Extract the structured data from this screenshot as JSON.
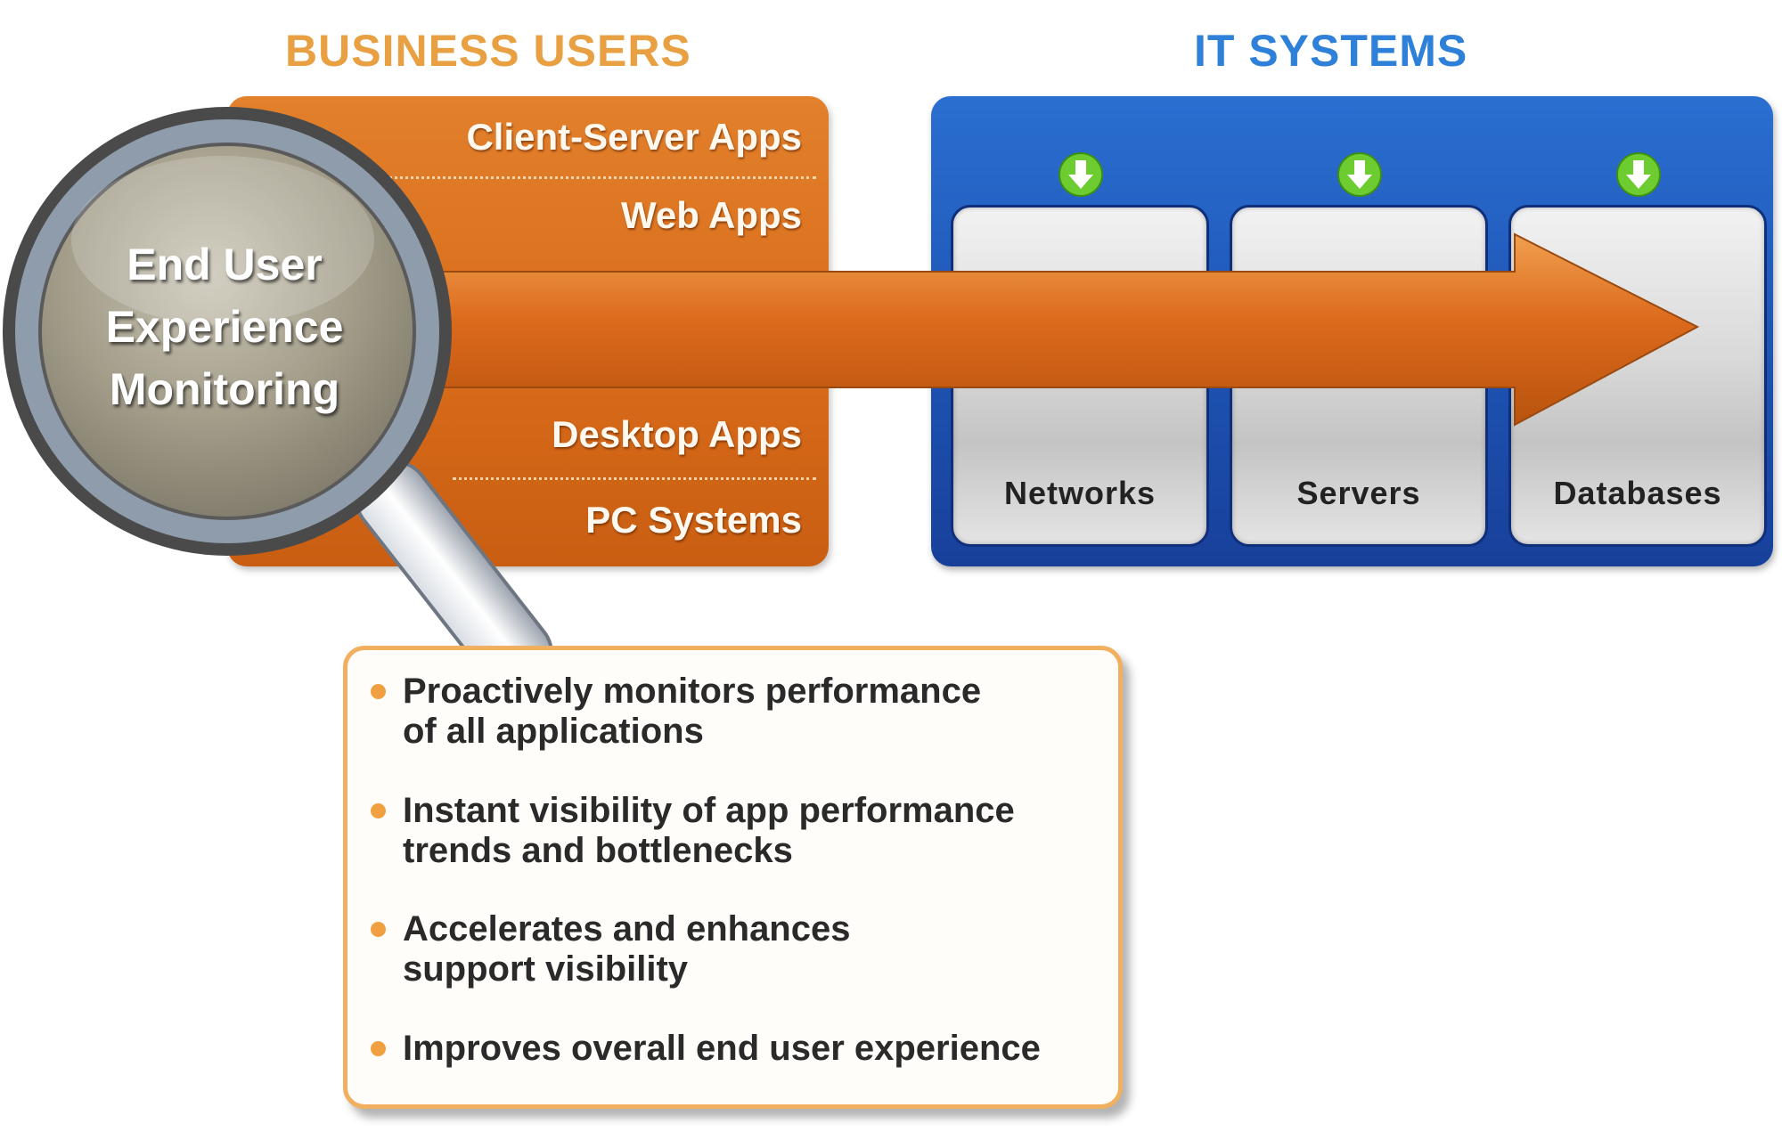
{
  "headings": {
    "business_users": "BUSINESS USERS",
    "it_systems": "IT SYSTEMS"
  },
  "business_apps": {
    "client_server": "Client-Server Apps",
    "web": "Web Apps",
    "desktop": "Desktop Apps",
    "pc_systems": "PC Systems"
  },
  "it_components": [
    "Networks",
    "Servers",
    "Databases"
  ],
  "magnifier": {
    "line1": "End User",
    "line2": "Experience",
    "line3": "Monitoring"
  },
  "benefits": [
    {
      "line1": "Proactively monitors performance",
      "line2": "of all applications"
    },
    {
      "line1": "Instant visibility of app performance",
      "line2": "trends and bottlenecks"
    },
    {
      "line1": "Accelerates and enhances",
      "line2": "support visibility"
    },
    {
      "line1": "Improves overall end user experience",
      "line2": ""
    }
  ],
  "colors": {
    "orange_panel": "#d96c1a",
    "blue_panel": "#1f56b6",
    "business_heading": "#e8a042",
    "it_heading": "#2f80d8",
    "download_icon": "#6ccc30"
  },
  "icons": [
    "magnifying-glass-icon",
    "download-arrow-icon",
    "right-arrow-icon",
    "bullet-icon"
  ]
}
